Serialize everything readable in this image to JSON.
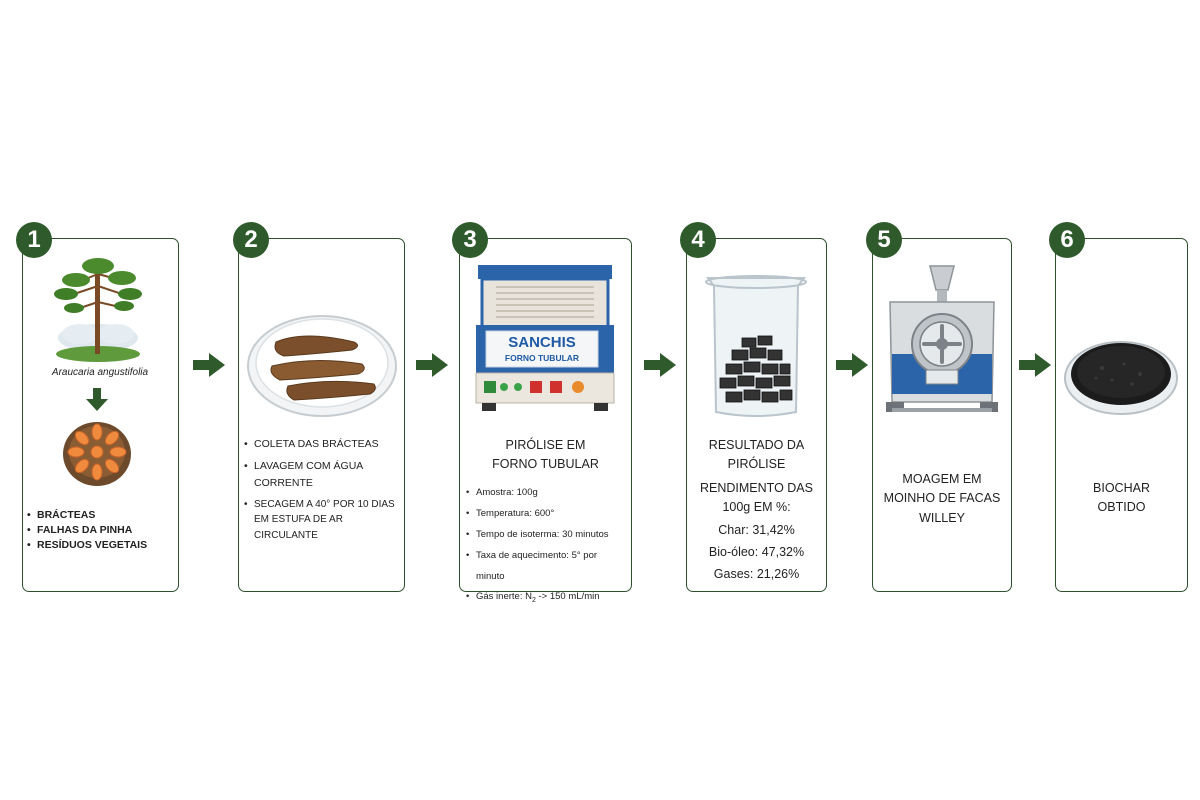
{
  "steps": [
    {
      "number": "1",
      "species": "Araucaria angustifolia",
      "items": [
        "BRÁCTEAS",
        "FALHAS DA PINHA",
        "RESÍDUOS VEGETAIS"
      ]
    },
    {
      "number": "2",
      "items": [
        "COLETA DAS BRÁCTEAS",
        "LAVAGEM COM ÁGUA CORRENTE",
        "SECAGEM A 40° POR 10 DIAS EM ESTUFA DE AR CIRCULANTE"
      ]
    },
    {
      "number": "3",
      "furnace_brand": "SANCHIS",
      "furnace_model": "FORNO TUBULAR",
      "title_line1": "PIRÓLISE EM",
      "title_line2": "FORNO TUBULAR",
      "params": [
        "Amostra: 100g",
        "Temperatura: 600°",
        "Tempo de isoterma: 30 minutos",
        "Taxa de aquecimento: 5° por minuto"
      ],
      "gas_prefix": "Gás inerte: N",
      "gas_sub": "2",
      "gas_suffix": " -> 150 mL/min"
    },
    {
      "number": "4",
      "title_line1": "RESULTADO DA",
      "title_line2": "PIRÓLISE",
      "yield_line1": "RENDIMENTO DAS",
      "yield_line2": "100g EM %:",
      "results": [
        "Char: 31,42%",
        "Bio-óleo: 47,32%",
        "Gases: 21,26%"
      ]
    },
    {
      "number": "5",
      "title_line1": "MOAGEM EM",
      "title_line2": "MOINHO DE FACAS",
      "title_line3": "WILLEY"
    },
    {
      "number": "6",
      "title_line1": "BIOCHAR",
      "title_line2": "OBTIDO"
    }
  ],
  "colors": {
    "accent_green": "#2f5a2b",
    "furnace_blue": "#2b64a8",
    "border": "#2f4f2f"
  }
}
